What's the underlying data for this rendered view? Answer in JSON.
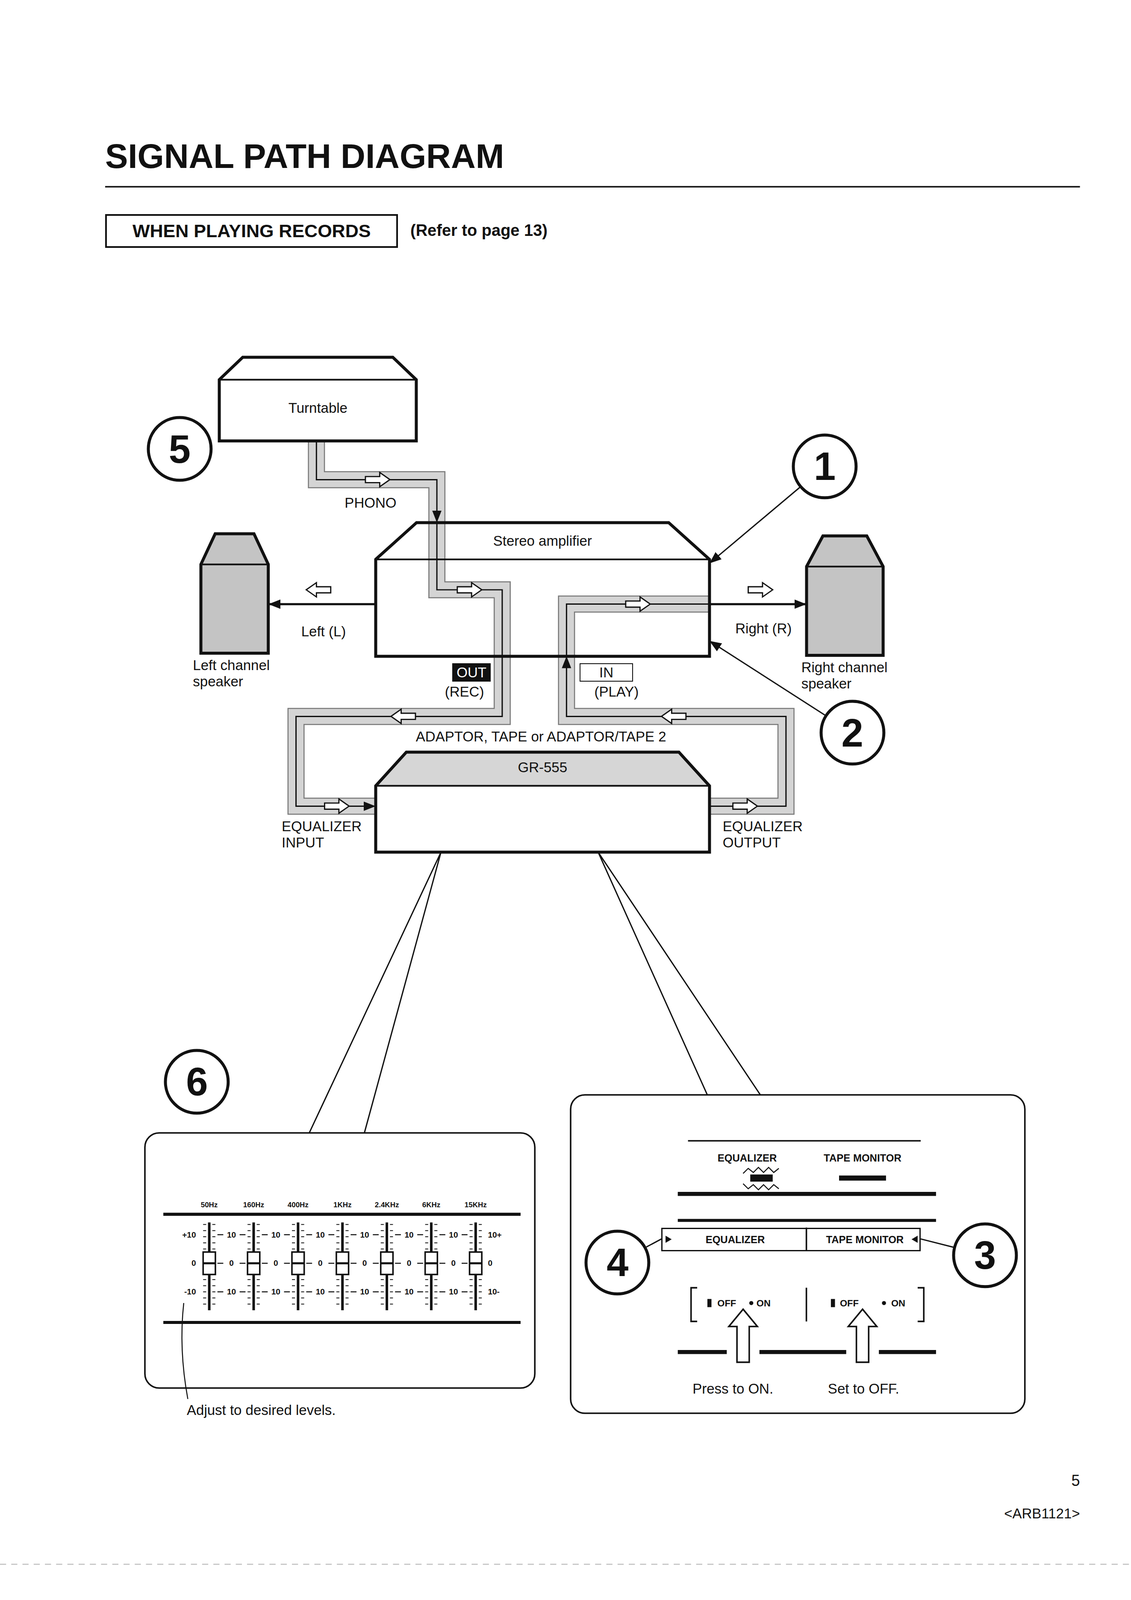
{
  "diagram": {
    "title": "SIGNAL PATH DIAGRAM",
    "nodes": [
      {
        "text": [
          "WHEN PLAYING RECORDS"
        ]
      },
      {
        "text": [
          "Turntable"
        ]
      },
      {
        "text": [
          "5"
        ]
      },
      {
        "text": [
          "1"
        ]
      },
      {
        "text": [
          "Stereo amplifier"
        ]
      },
      {
        "text": [
          "Left channel speaker"
        ]
      },
      {
        "text": [
          "Right channel speaker"
        ]
      },
      {
        "text": [
          "OUT"
        ]
      },
      {
        "text": [
          "IN"
        ]
      },
      {
        "text": [
          "2"
        ]
      },
      {
        "text": [
          "GR-555"
        ]
      },
      {
        "text": [
          "6"
        ]
      },
      {
        "text": [
          "50Hz",
          "160Hz",
          "400Hz",
          "1KHz",
          "2.4KHz",
          "6KHz",
          "15KHz",
          "+10",
          "0",
          "-10",
          "10",
          "0",
          "10",
          "10",
          "0",
          "10",
          "10",
          "0",
          "10",
          "10",
          "0",
          "10",
          "10",
          "0",
          "10",
          "10",
          "0",
          "10",
          "10+",
          "0",
          "10-"
        ]
      },
      {
        "text": [
          "EQUALIZER",
          "TAPE MONITOR",
          "OFF",
          "ON",
          "OFF",
          "ON",
          "Press to ON.",
          "Set to OFF."
        ]
      },
      {
        "text": [
          "EQUALIZER",
          "TAPE MONITOR"
        ],
        "in": 13
      },
      {
        "text": [
          "4"
        ]
      },
      {
        "text": [
          "3"
        ]
      }
    ],
    "edges": [
      {
        "from": 1,
        "to": 4,
        "label": "PHONO",
        "arrow": "to"
      },
      {
        "from": 4,
        "to": 5,
        "label": "Left (L)",
        "arrow": "to"
      },
      {
        "from": 4,
        "to": 6,
        "label": "Right (R)",
        "arrow": "to"
      },
      {
        "from": 4,
        "to": 10,
        "arrow": "to"
      },
      {
        "from": 10,
        "to": 4,
        "arrow": "to"
      },
      {
        "from": 3,
        "to": 4,
        "arrow": "to"
      },
      {
        "from": 9,
        "to": 4,
        "arrow": "to"
      },
      {
        "from": 10,
        "to": 12,
        "arrow": "none"
      },
      {
        "from": 10,
        "to": 13,
        "arrow": "none"
      },
      {
        "from": 15,
        "to": 14,
        "arrow": "none"
      },
      {
        "from": 16,
        "to": 14,
        "arrow": "none"
      }
    ],
    "labels": [
      "(Refer to page 13)",
      "(REC)",
      "(PLAY)",
      "ADAPTOR, TAPE or ADAPTOR/TAPE 2",
      "EQUALIZER INPUT",
      "EQUALIZER OUTPUT",
      "Adjust to desired levels.",
      "5",
      "<ARB1121>"
    ]
  }
}
